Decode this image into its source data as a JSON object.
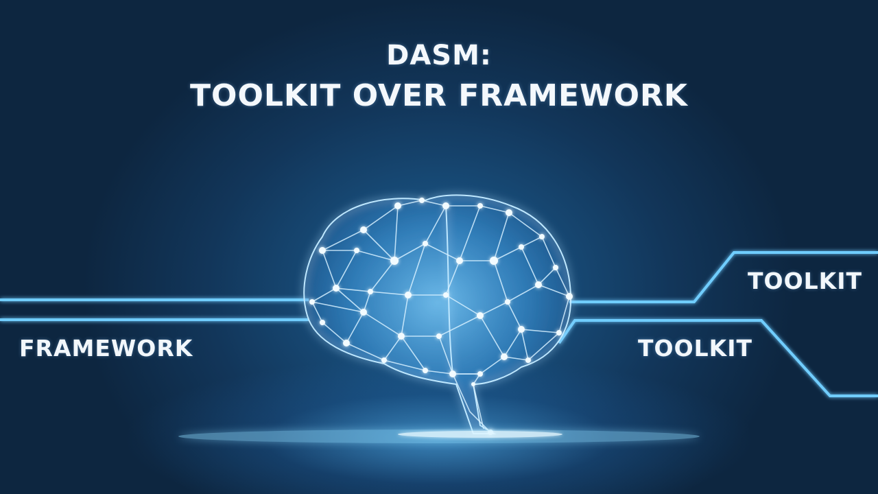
{
  "title": {
    "line1": "DASM:",
    "line2": "TOOLKIT OVER FRAMEWORK"
  },
  "labels": {
    "framework": "FRAMEWORK",
    "toolkit_top": "TOOLKIT",
    "toolkit_bottom": "TOOLKIT"
  },
  "colors": {
    "background": "#12365a",
    "line_glow": "#5cc4ff",
    "node": "#e6f6ff"
  }
}
